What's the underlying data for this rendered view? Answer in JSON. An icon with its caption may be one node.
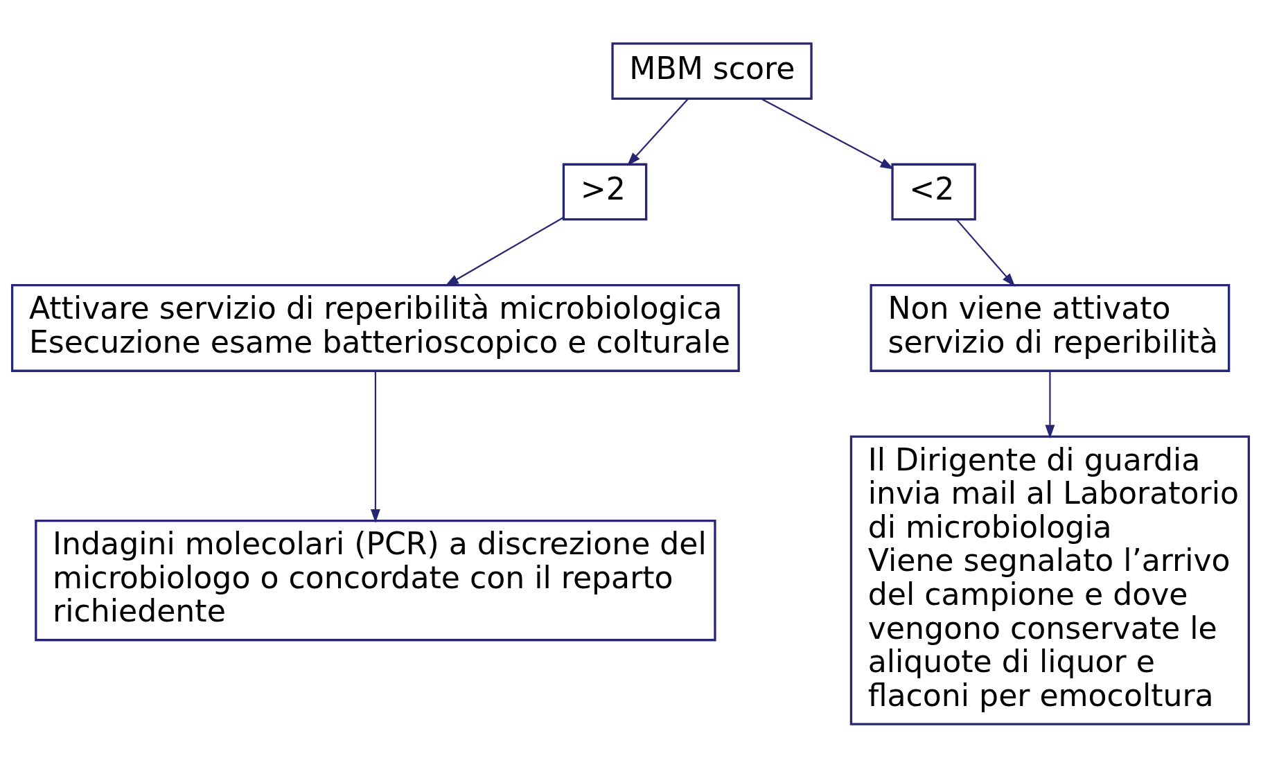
{
  "diagram": {
    "nodes": [
      {
        "text": [
          "MBM score"
        ]
      },
      {
        "text": [
          ">2"
        ]
      },
      {
        "text": [
          "<2"
        ]
      },
      {
        "text": [
          "Attivare servizio di reperibilità microbiologica",
          "Esecuzione esame batterioscopico e colturale"
        ]
      },
      {
        "text": [
          "Non viene attivato servizio di reperibilità"
        ]
      },
      {
        "text": [
          "Indagini molecolari (PCR) a discrezione del microbiologo o concordate con il reparto richiedente"
        ]
      },
      {
        "text": [
          "Il Dirigente di guardia invia mail al Laboratorio di microbiologia",
          "Viene segnalato l’arrivo del campione e dove vengono conservate le aliquote di liquor e flaconi per emocoltura"
        ]
      }
    ],
    "edges": [
      {
        "from": 0,
        "to": 1,
        "arrow": "to"
      },
      {
        "from": 0,
        "to": 2,
        "arrow": "to"
      },
      {
        "from": 1,
        "to": 3,
        "arrow": "to"
      },
      {
        "from": 2,
        "to": 4,
        "arrow": "to"
      },
      {
        "from": 3,
        "to": 5,
        "arrow": "to"
      },
      {
        "from": 4,
        "to": 6,
        "arrow": "to"
      }
    ]
  }
}
